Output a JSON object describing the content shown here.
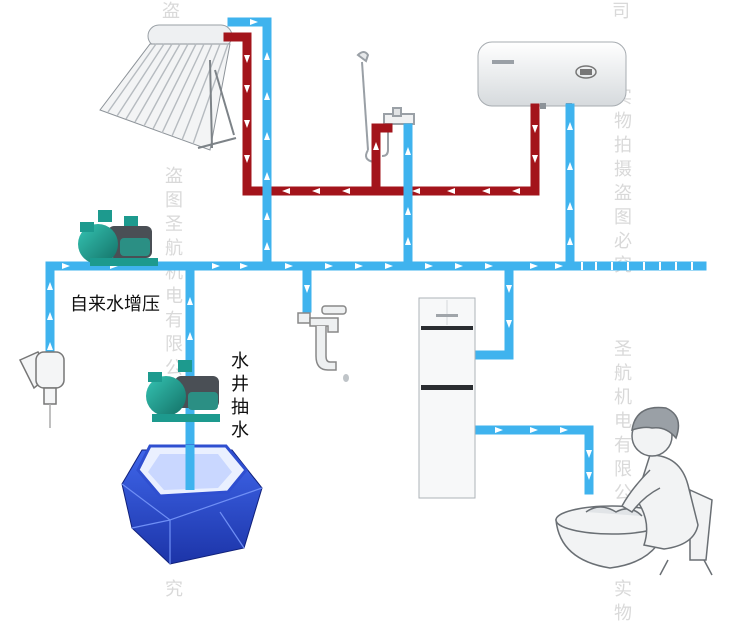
{
  "labels": {
    "booster_pump": "自来水增压",
    "well_pump": "水井抽水"
  },
  "watermarks": {
    "left_column": "盗图圣航机电有限公司",
    "left_bottom": "究",
    "right_column": "实物拍摄盗图必究",
    "right_column_2": "圣航机电有限公司",
    "right_bottom": "实物",
    "top_left": "盗",
    "top_right": "司"
  },
  "colors": {
    "cold_pipe": "#3fb3ee",
    "hot_pipe": "#a3141b",
    "pump_body": "#1d9a8e",
    "well": "#2f4fd0",
    "arrow": "#ffffff"
  },
  "icons": [
    "solar-heater-icon",
    "shower-icon",
    "water-heater-icon",
    "booster-pump-icon",
    "water-meter-icon",
    "faucet-icon",
    "air-conditioner-icon",
    "well-pump-icon",
    "well-icon",
    "washing-woman-icon"
  ]
}
